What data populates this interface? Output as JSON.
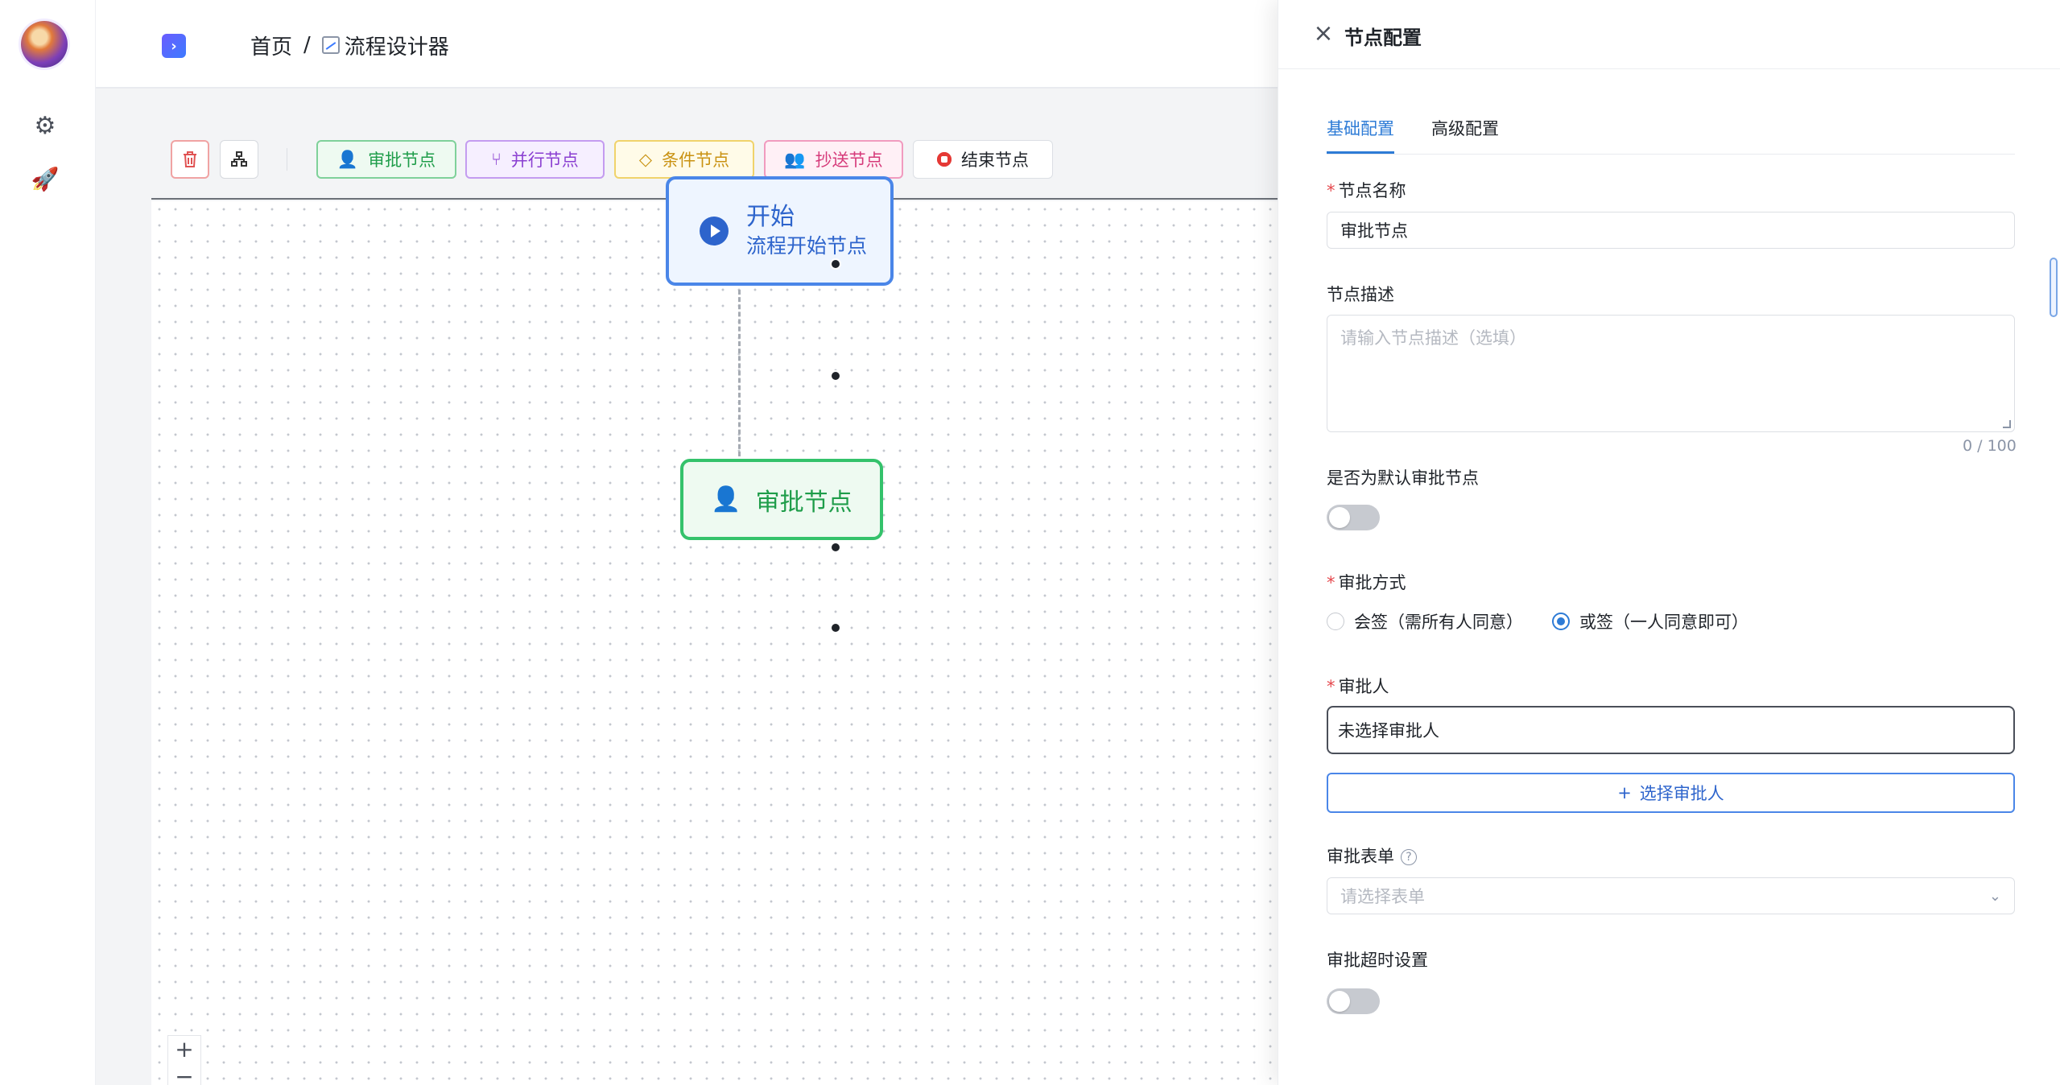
{
  "breadcrumb": {
    "home": "首页",
    "separator": "/",
    "current": "流程设计器"
  },
  "toolbar": {
    "delete_icon": "trash-icon",
    "layout_icon": "org-layout-icon",
    "node_buttons": [
      {
        "label": "审批节点",
        "icon": "user-check-icon",
        "color": "#1f9d4a"
      },
      {
        "label": "并行节点",
        "icon": "fork-icon",
        "color": "#8a3fd1"
      },
      {
        "label": "条件节点",
        "icon": "diamond-icon",
        "color": "#c99212"
      },
      {
        "label": "抄送节点",
        "icon": "users-icon",
        "color": "#d63a7a"
      },
      {
        "label": "结束节点",
        "icon": "stop-icon",
        "color": "#e53935"
      }
    ]
  },
  "flow": {
    "start_node": {
      "title": "开始",
      "subtitle": "流程开始节点"
    },
    "approve_node": {
      "label": "审批节点"
    }
  },
  "zoom": {
    "in": "+",
    "out": "−"
  },
  "drawer": {
    "title": "节点配置",
    "tabs": [
      "基础配置",
      "高级配置"
    ],
    "node_name": {
      "label": "节点名称",
      "value": "审批节点"
    },
    "node_desc": {
      "label": "节点描述",
      "placeholder": "请输入节点描述（选填）",
      "counter": "0 / 100"
    },
    "default_approve": {
      "label": "是否为默认审批节点",
      "on": false
    },
    "approve_mode": {
      "label": "审批方式",
      "options": [
        "会签（需所有人同意）",
        "或签（一人同意即可）"
      ],
      "selected": 1
    },
    "approver": {
      "label": "审批人",
      "value": "未选择审批人",
      "button": "选择审批人",
      "button_icon": "+"
    },
    "approve_form": {
      "label": "审批表单",
      "placeholder": "请选择表单"
    },
    "timeout": {
      "label": "审批超时设置",
      "on": false
    }
  }
}
